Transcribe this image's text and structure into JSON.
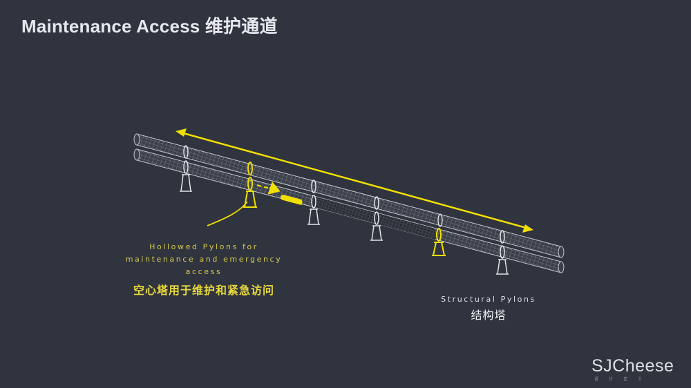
{
  "title": "Maintenance Access 维护通道",
  "labels": {
    "hollow_en_line1": "Hollowed Pylons for",
    "hollow_en_line2": "maintenance and emergency",
    "hollow_en_line3": "access",
    "hollow_zh": "空心塔用于维护和紧急访问",
    "structural_en": "Structural Pylons",
    "structural_zh": "结构塔"
  },
  "logo": {
    "text": "SJCheese",
    "subtitle": "设计艺士"
  },
  "colors": {
    "background": "#30343f",
    "highlight": "#f0e000",
    "tube": "#b8bcc4"
  }
}
